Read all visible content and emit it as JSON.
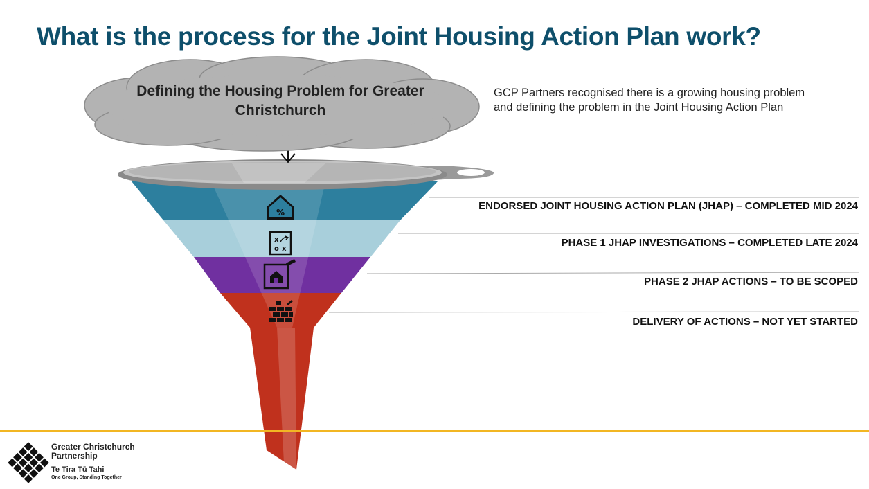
{
  "title": "What is the process for the Joint Housing Action Plan work?",
  "cloud": {
    "line1": "Defining the Housing Problem for Greater",
    "line2": "Christchurch"
  },
  "description": {
    "line1": "GCP Partners recognised there is a growing housing problem",
    "line2": "and defining the problem in the Joint Housing Action Plan"
  },
  "stages": [
    {
      "label": "ENDORSED JOINT HOUSING ACTION PLAN (JHAP) – COMPLETED MID 2024",
      "color": "#2d7f9e",
      "icon": "house-percent-icon"
    },
    {
      "label": "PHASE 1 JHAP INVESTIGATIONS – COMPLETED LATE 2024",
      "color": "#a8cfdb",
      "icon": "strategy-board-icon"
    },
    {
      "label": "PHASE 2 JHAP ACTIONS – TO BE SCOPED",
      "color": "#7030a0",
      "icon": "house-blueprint-icon"
    },
    {
      "label": "DELIVERY OF ACTIONS – NOT YET STARTED",
      "color": "#c0311d",
      "icon": "brick-wall-icon"
    }
  ],
  "logo": {
    "line1": "Greater Christchurch",
    "line2": "Partnership",
    "line3": "Te Tira Tū Tahi",
    "line4": "One Group, Standing Together"
  },
  "colors": {
    "title": "#0e4f6b",
    "accent_line": "#f2b623",
    "cloud": "#b3b3b3"
  }
}
